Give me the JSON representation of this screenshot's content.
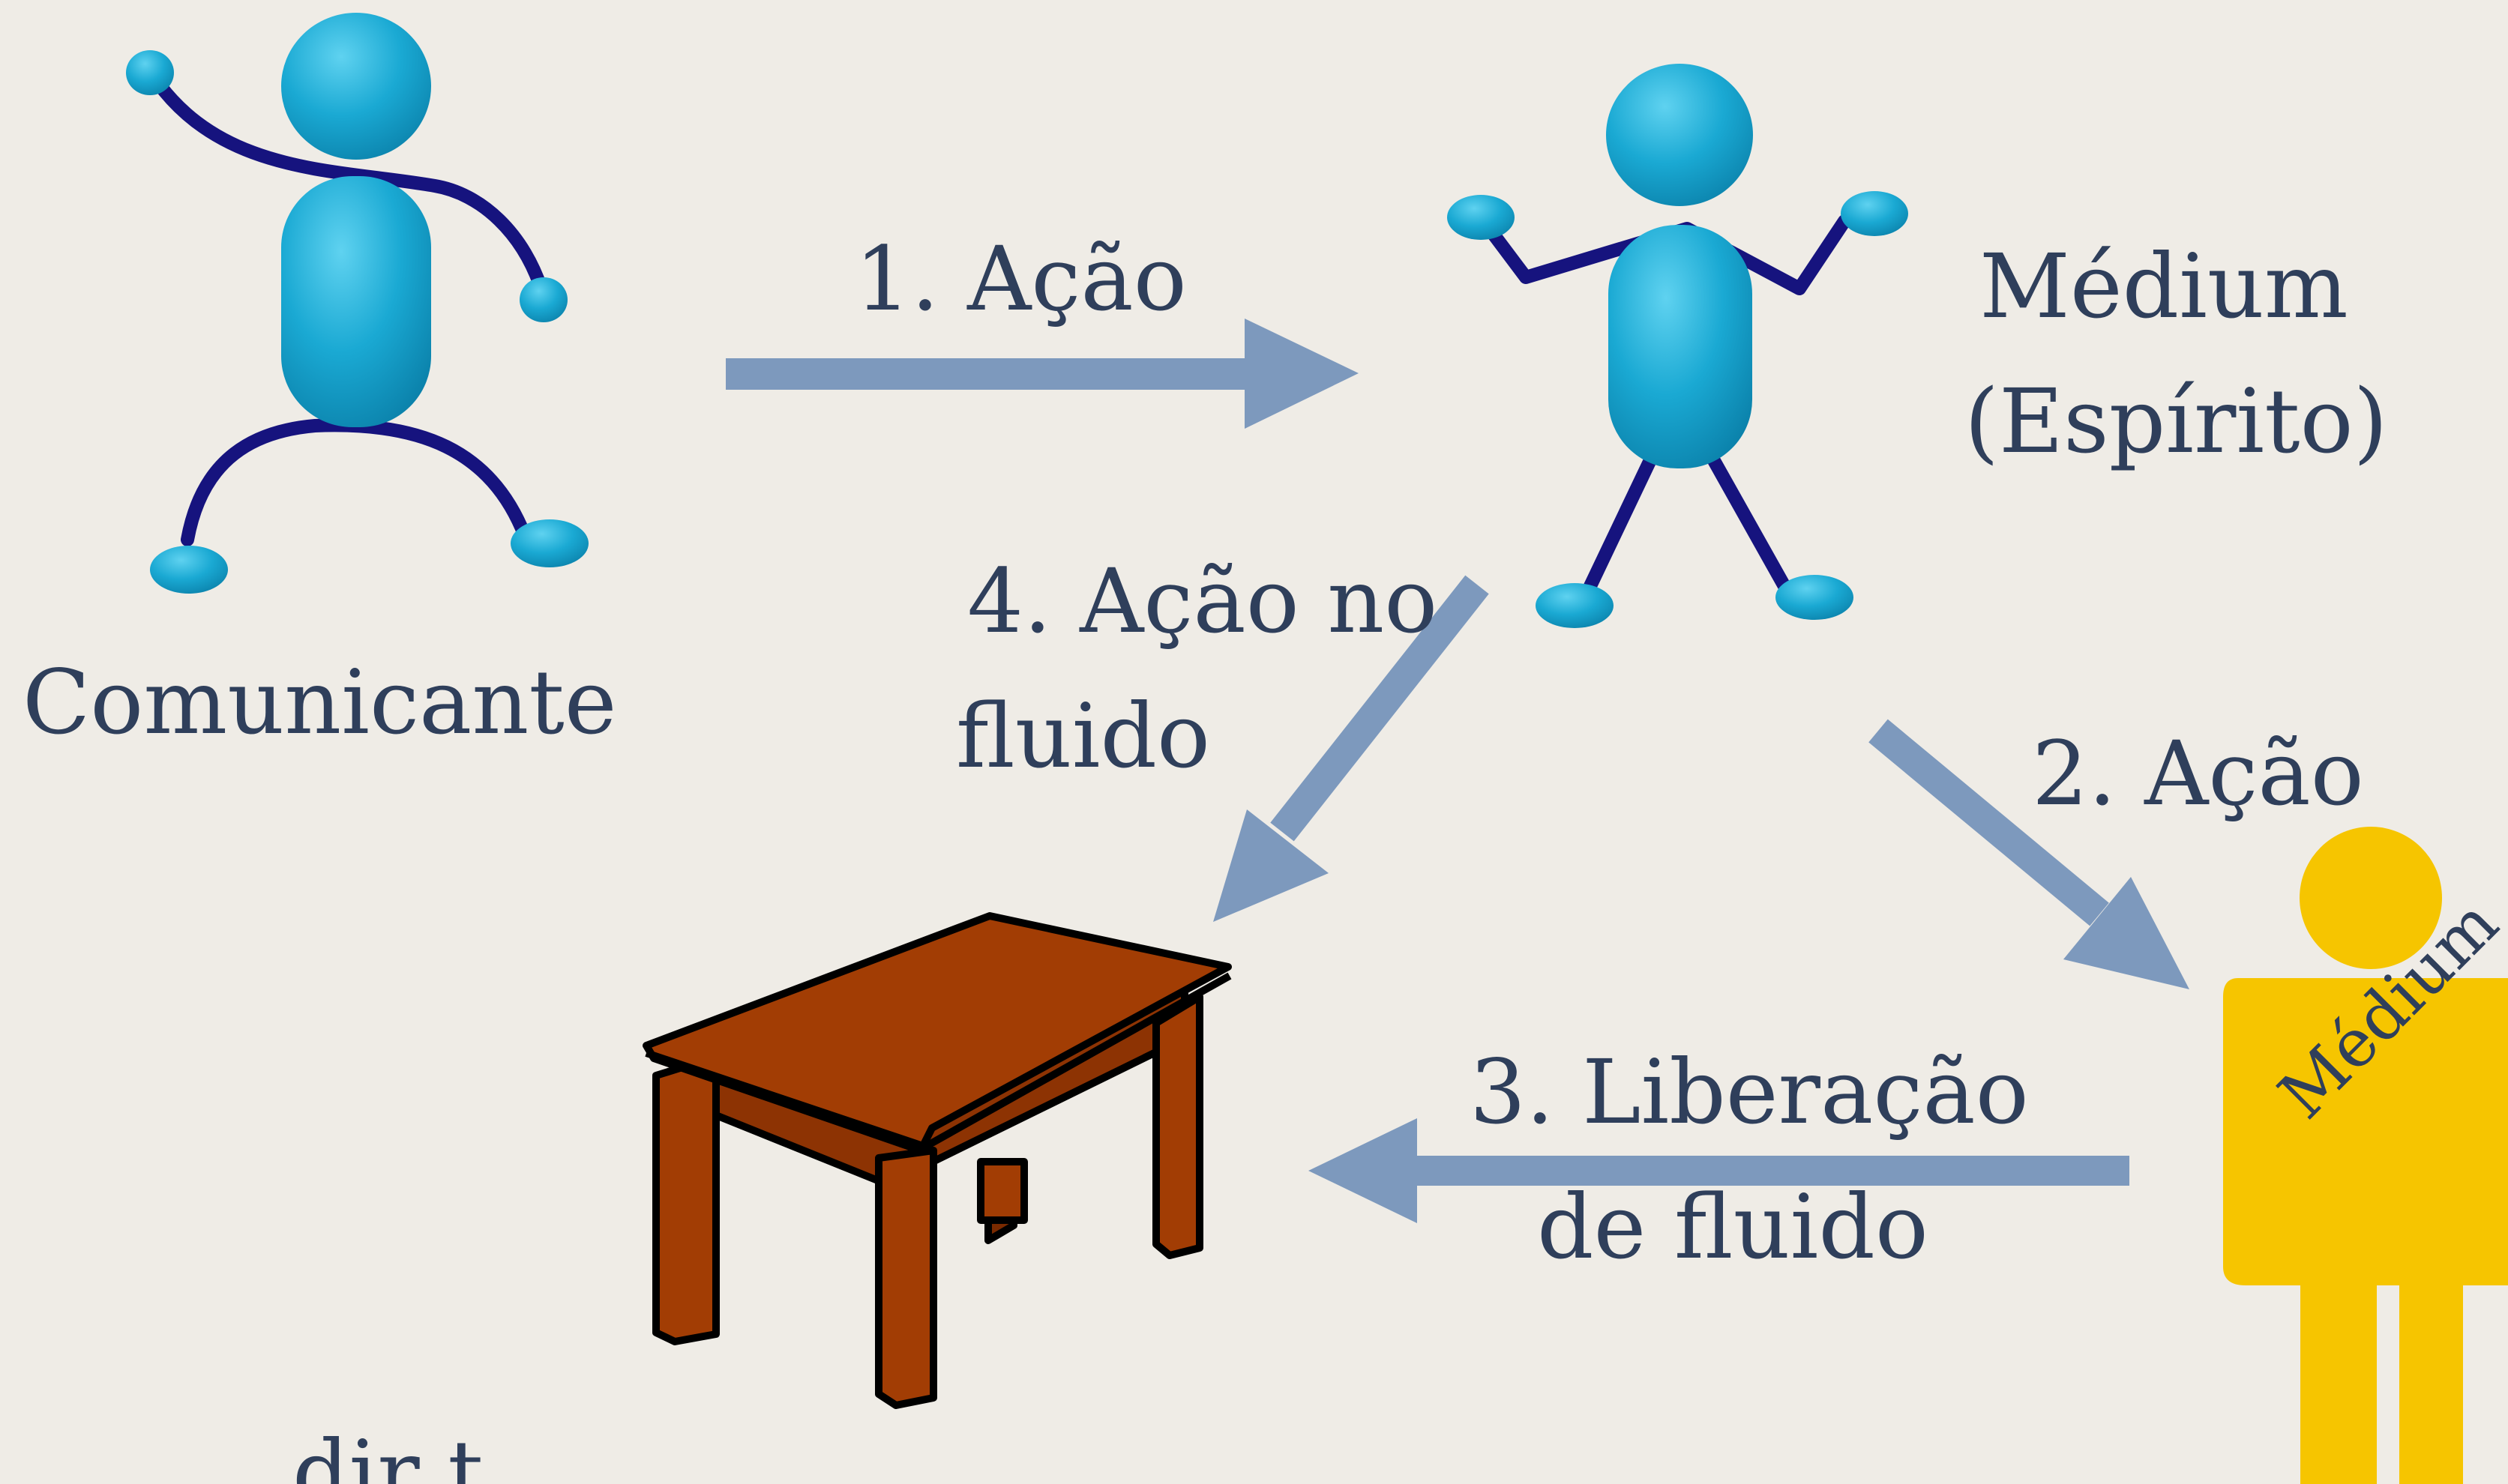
{
  "labels": {
    "comunicante": "Comunicante",
    "medium_espirito_line1": "Médium",
    "medium_espirito_line2": "(Espírito)",
    "step1": "1. Ação",
    "step2": "2. Ação",
    "step3_line1": "3. Liberação",
    "step3_line2": "de fluido",
    "step4_line1": "4. Ação no",
    "step4_line2": "fluido",
    "medium_body": "Médium",
    "bottom_fragment": "dir t"
  },
  "colors": {
    "background": "#efece6",
    "text": "#2f3f5b",
    "figure_blue": "#12a4cf",
    "limb_navy": "#16137e",
    "arrow": "#7d99bd",
    "medium_yellow": "#f6c500",
    "table_brown": "#a23d04"
  },
  "icons": {
    "comunicante_figure": "stick-figure-icon",
    "spirit_figure": "stick-figure-icon",
    "medium_figure": "person-icon",
    "table": "table-icon"
  }
}
